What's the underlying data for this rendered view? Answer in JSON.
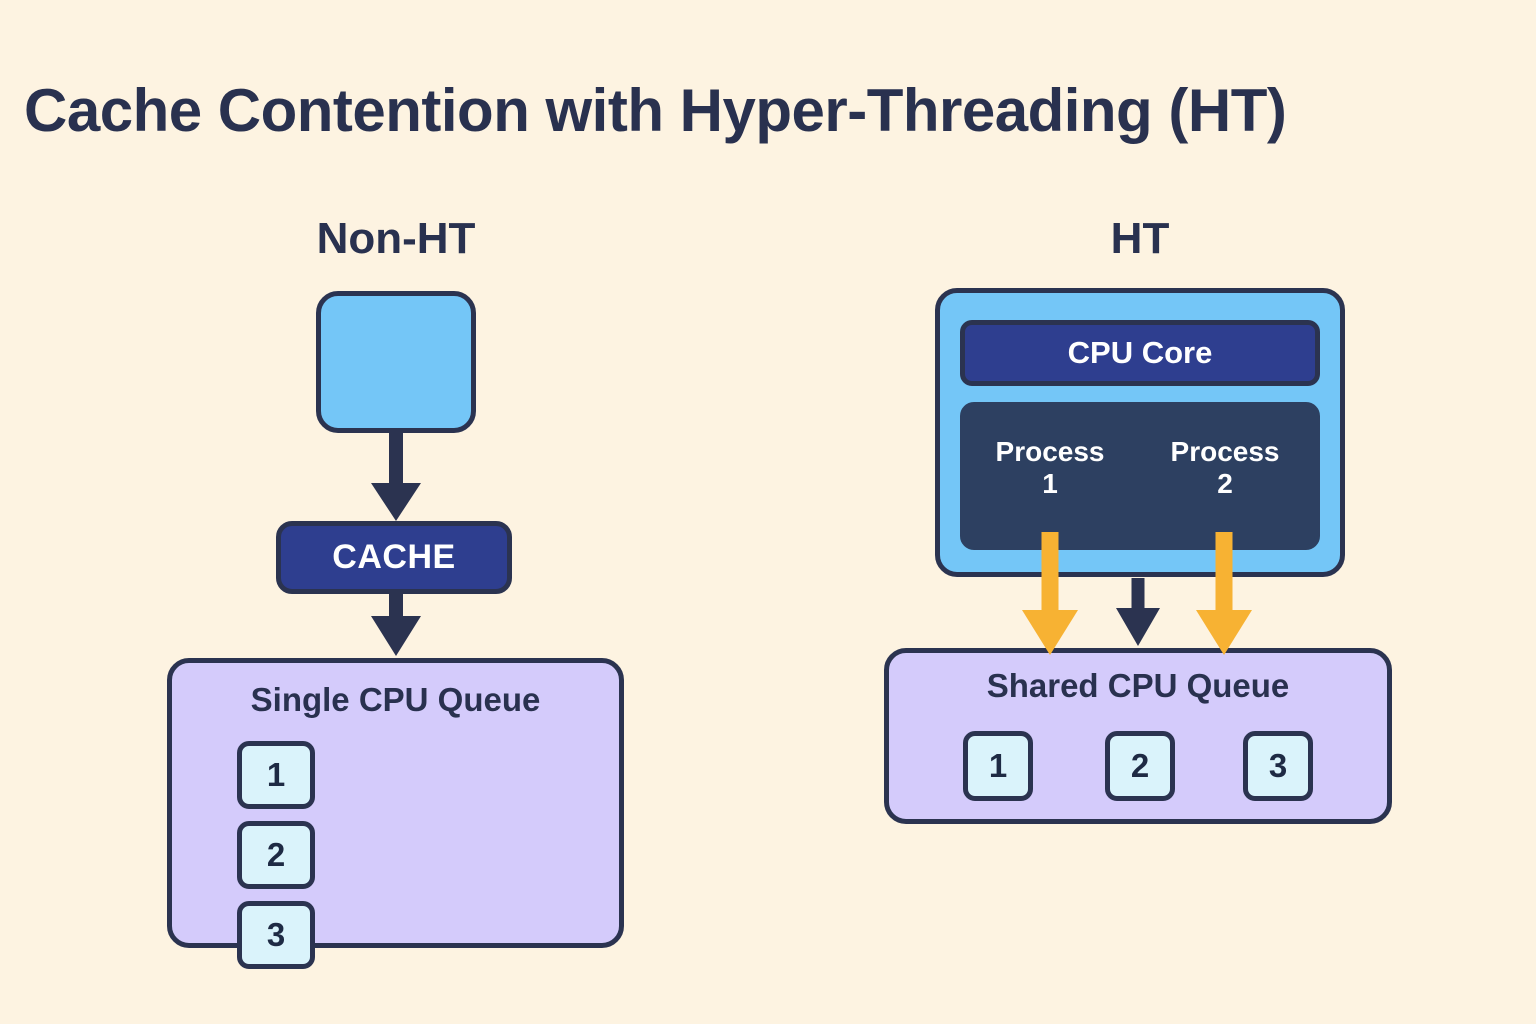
{
  "title": "Cache Contention with Hyper-Threading (HT)",
  "colors": {
    "background": "#FDF3E1",
    "ink": "#29314F",
    "outline": "#2B3350",
    "light_blue": "#74C6F7",
    "dark_blue": "#2E3E8F",
    "navy_panel": "#2D4061",
    "purple_queue": "#D4CBFB",
    "tile_fill": "#DAF3FB",
    "orange_arrow": "#F7B233",
    "dark_arrow": "#2B3350"
  },
  "left_panel": {
    "heading": "Non-HT",
    "cpu_block_label": "",
    "cache_label": "CACHE",
    "queue_label": "Single CPU Queue",
    "queue_tiles": [
      "1",
      "2",
      "3"
    ],
    "arrows": [
      {
        "name": "cpu-to-cache",
        "color": "#2B3350"
      },
      {
        "name": "cache-to-queue",
        "color": "#2B3350"
      }
    ]
  },
  "right_panel": {
    "heading": "HT",
    "core_label": "CPU Core",
    "processes": [
      {
        "name": "Process",
        "number": "1"
      },
      {
        "name": "Process",
        "number": "2"
      }
    ],
    "queue_label": "Shared CPU Queue",
    "queue_tiles": [
      "1",
      "2",
      "3"
    ],
    "arrows": [
      {
        "name": "process-1-to-queue",
        "color": "#F7B233"
      },
      {
        "name": "core-to-queue",
        "color": "#2B3350"
      },
      {
        "name": "process-2-to-queue",
        "color": "#F7B233"
      }
    ]
  }
}
